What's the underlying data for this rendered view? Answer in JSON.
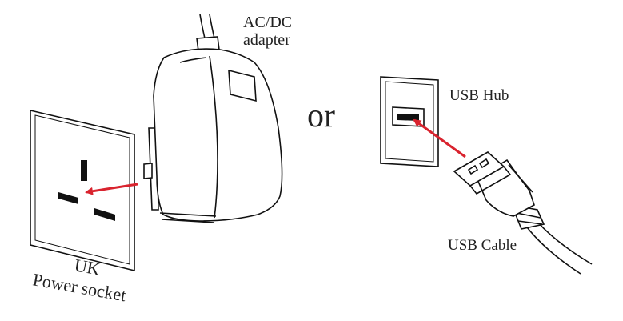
{
  "labels": {
    "adapter_line1": "AC/DC",
    "adapter_line2": "adapter",
    "or": "or",
    "usb_hub": "USB Hub",
    "usb_cable": "USB Cable",
    "socket_line1": "UK",
    "socket_line2": "Power socket"
  },
  "colors": {
    "line": "#111111",
    "arrow": "#d9232e",
    "adapter_fill": "#ffffff",
    "background": "#ffffff"
  },
  "icons": [
    "uk-power-socket-icon",
    "ac-dc-adapter-icon",
    "usb-hub-port-icon",
    "usb-cable-plug-icon"
  ]
}
